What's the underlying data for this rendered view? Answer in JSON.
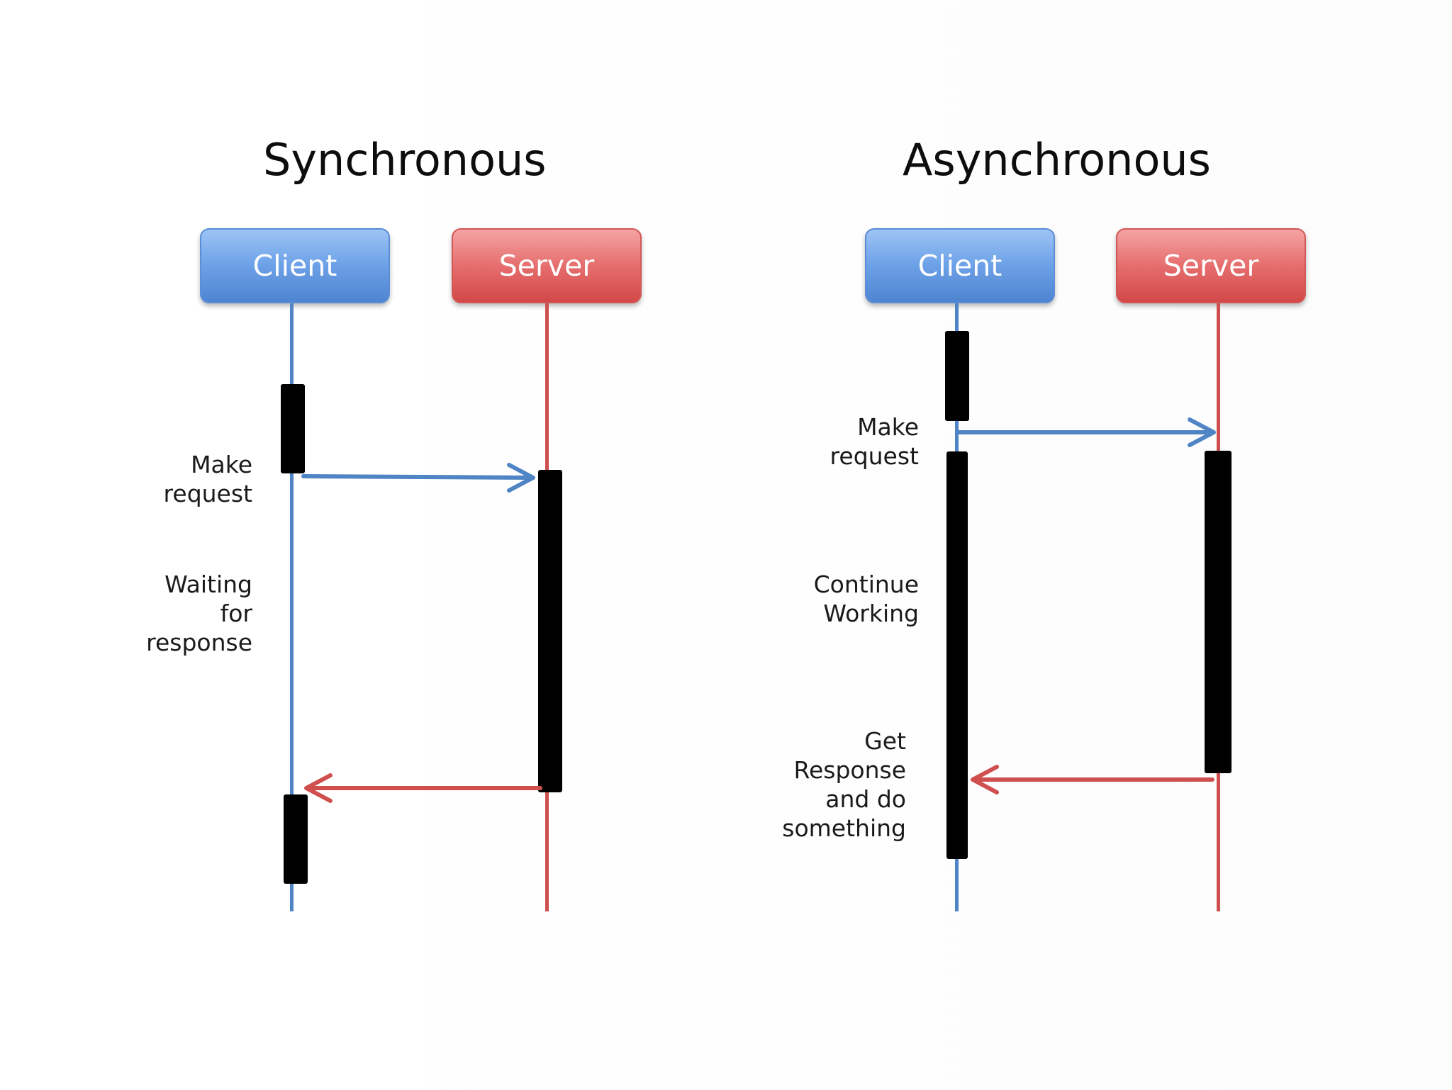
{
  "diagrams": [
    {
      "title": "Synchronous",
      "client_label": "Client",
      "server_label": "Server",
      "notes": {
        "make_request": "Make\nrequest",
        "waiting": "Waiting\nfor\nresponse"
      }
    },
    {
      "title": "Asynchronous",
      "client_label": "Client",
      "server_label": "Server",
      "notes": {
        "make_request": "Make\nrequest",
        "continue": "Continue\nWorking",
        "get_response": "Get\nResponse\nand do\nsomething"
      }
    }
  ],
  "colors": {
    "client": "#5b8ed6",
    "server": "#d34848",
    "request_arrow": "#4f84c5",
    "response_arrow": "#cf4f4f",
    "activation": "#000000"
  }
}
